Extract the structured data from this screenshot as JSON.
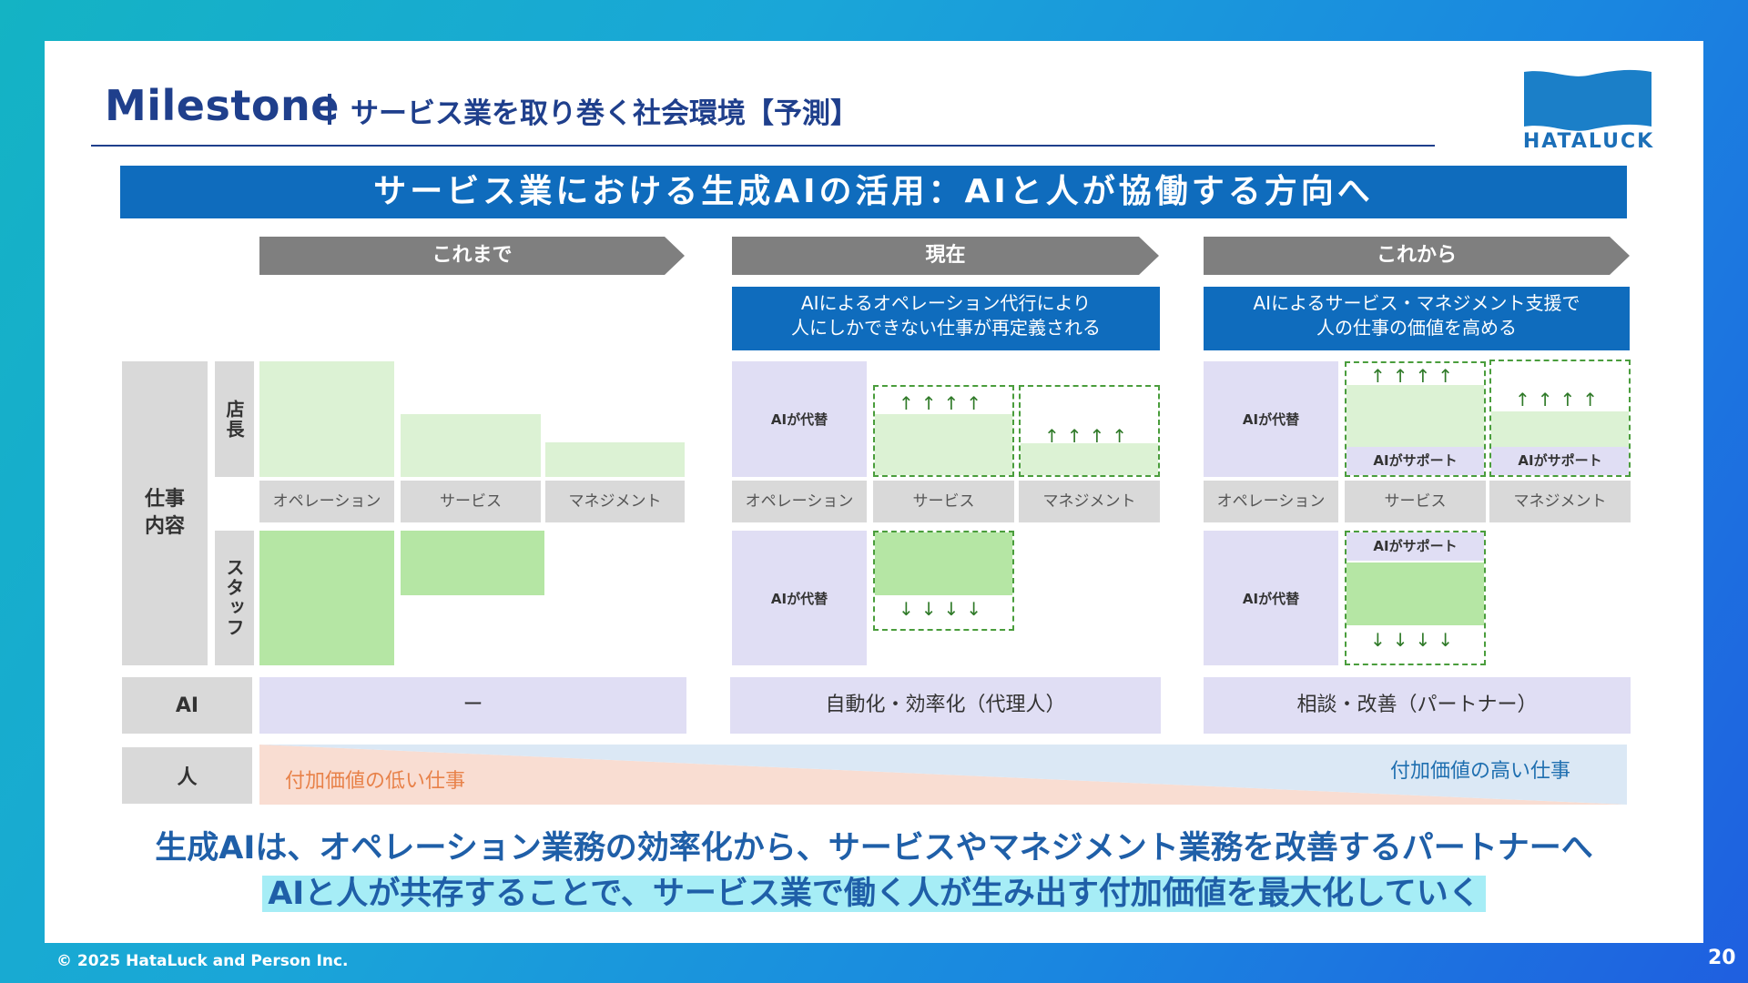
{
  "header": {
    "title": "Milestone",
    "subtitle": "サービス業を取り巻く社会環境【予測】",
    "logo_text": "HATALUCK"
  },
  "banner": "サービス業における生成AIの活用：AIと人が協働する方向へ",
  "phases": [
    {
      "label": "これまで"
    },
    {
      "label": "現在",
      "desc_line1": "AIによるオペレーション代行により",
      "desc_line2": "人にしかできない仕事が再定義される"
    },
    {
      "label": "これから",
      "desc_line1": "AIによるサービス・マネジメント支援で",
      "desc_line2": "人の仕事の価値を高める"
    }
  ],
  "row_labels": {
    "work_content": "仕事内容",
    "manager": "店長",
    "staff": "スタッフ",
    "ai": "AI",
    "human": "人"
  },
  "categories": [
    "オペレーション",
    "サービス",
    "マネジメント"
  ],
  "cells": {
    "ai_replace": "AIが代替",
    "ai_support": "AIがサポート",
    "arrows_up": "↑↑↑↑",
    "arrows_down": "↓↓↓↓"
  },
  "ai_row": [
    "ー",
    "自動化・効率化（代理人）",
    "相談・改善（パートナー）"
  ],
  "human_row": {
    "low": "付加価値の低い仕事",
    "high": "付加価値の高い仕事"
  },
  "conclusion": {
    "line1": "生成AIは、オペレーション業務の効率化から、サービスやマネジメント業務を改善するパートナーへ",
    "line2": "AIと人が共存することで、サービス業で働く人が生み出す付加価値を最大化していく"
  },
  "footer": {
    "copyright": "© 2025 HataLuck and Person Inc.",
    "page": "20"
  },
  "colors": {
    "navy": "#1f3f8c",
    "banner_blue": "#0f6cbd",
    "light_green": "#dcf2d4",
    "green": "#b5e6a4",
    "lavender": "#e0def4",
    "gray": "#d9d9d9",
    "phase_gray": "#7f7f7f",
    "low_value": "#e8824a",
    "high_value": "#1f6fb0"
  }
}
